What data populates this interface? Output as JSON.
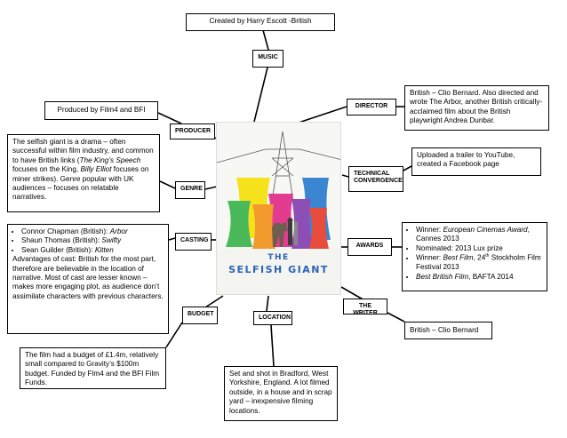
{
  "center": {
    "poster_title_1": "THE",
    "poster_title_2": "SELFISH GIANT"
  },
  "creator": {
    "text": "Created by Harry Escott -British"
  },
  "music": {
    "label": "MUSIC"
  },
  "producer": {
    "label": "PRODUCER",
    "text": "Produced by Film4 and BFI"
  },
  "director": {
    "label": "DIRECTOR",
    "text": "British – Clio Bernard. Also directed and wrote The Arbor, another British critically-acclaimed film about the British playwright Andrea Dunbar."
  },
  "genre": {
    "label": "GENRE",
    "text_a": "The selfish giant is a drama – often successful within film industry, and common to have British links (",
    "film_1": "The King’s Speech",
    "text_b": " focuses on the King, ",
    "film_2": "Billy Elliot",
    "text_c": " focuses on miner strikes). Genre popular with UK audiences – focuses on relatable narratives."
  },
  "technical": {
    "label": "TECHNICAL CONVERGENCE",
    "text": "Uploaded a trailer to YouTube, created a Facebook page"
  },
  "casting": {
    "label": "CASTING",
    "cast": [
      {
        "name": "Connor Chapman (British): ",
        "role": "Arbor"
      },
      {
        "name": "Shaun Thomas (British): ",
        "role": "Swifty"
      },
      {
        "name": "Sean Guilder (British): ",
        "role": "Kitten"
      }
    ],
    "text": "Advantages of cast: British for the most part, therefore are believable in the location of narrative.  Most of cast are lesser known – makes more engaging plot, as audience don’t assimilate characters with previous characters."
  },
  "awards": {
    "label": "AWARDS",
    "item1_a": "Winner: ",
    "item1_b": "European Cinemas Award",
    "item1_c": ", Cannes 2013",
    "item2": "Nominated: 2013 Lux prize",
    "item3_a": "Winner: ",
    "item3_b": "Best Film",
    "item3_c": ", 24",
    "item3_sup": "th",
    "item3_d": " Stockholm Film Festival 2013",
    "item4_a": "Best British Film",
    "item4_b": ", BAFTA 2014"
  },
  "writer": {
    "label": "THE WRITER",
    "text": "British – Clio Bernard"
  },
  "budget": {
    "label": "BUDGET",
    "text": "The film had a budget of £1.4m, relatively small compared to Gravity’s $100m budget. Funded by Flm4 and the BFI Film Funds."
  },
  "location": {
    "label": "LOCATION",
    "text": "Set and shot in Bradford, West Yorkshire, England. A lot filmed outside, in a house and in scrap yard – inexpensive filming locations."
  },
  "colors": {
    "line": "#000000",
    "tower_yellow": "#f5e21a",
    "tower_green": "#49b95a",
    "tower_blue": "#3a86d0",
    "tower_pink": "#e33b8f",
    "tower_orange": "#f29a2e",
    "tower_purple": "#8d4fb6",
    "tower_red": "#e84c3d",
    "title_blue": "#2b62b7"
  }
}
